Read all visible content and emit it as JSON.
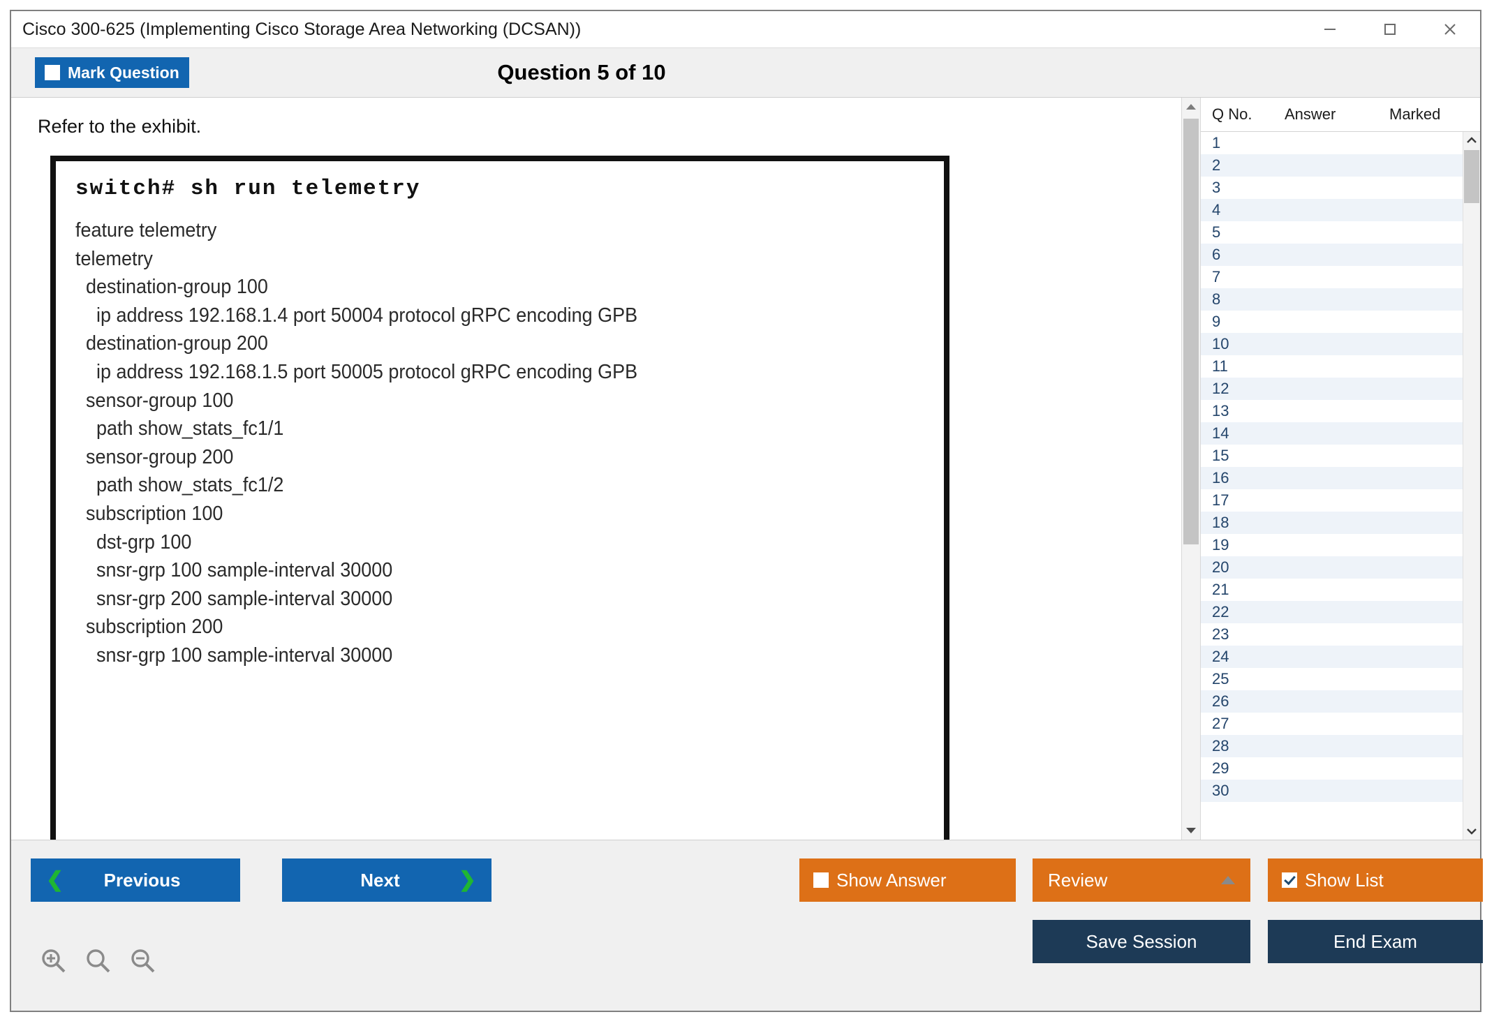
{
  "window": {
    "title": "Cisco 300-625 (Implementing Cisco Storage Area Networking (DCSAN))",
    "controls": {
      "minimize": "minimize-icon",
      "maximize": "maximize-icon",
      "close": "close-icon"
    }
  },
  "header": {
    "mark_question_label": "Mark Question",
    "mark_question_checked": false,
    "question_title": "Question 5 of 10"
  },
  "content": {
    "prompt": "Refer to the exhibit.",
    "exhibit": {
      "command": "switch# sh run telemetry",
      "config_lines": [
        "feature telemetry",
        "telemetry",
        "  destination-group 100",
        "    ip address 192.168.1.4 port 50004 protocol gRPC encoding GPB",
        "  destination-group 200",
        "    ip address 192.168.1.5 port 50005 protocol gRPC encoding GPB",
        "  sensor-group 100",
        "    path show_stats_fc1/1",
        "  sensor-group 200",
        "    path show_stats_fc1/2",
        "  subscription 100",
        "    dst-grp 100",
        "    snsr-grp 100 sample-interval 30000",
        "    snsr-grp 200 sample-interval 30000",
        "  subscription 200",
        "    snsr-grp 100 sample-interval 30000"
      ]
    }
  },
  "question_list": {
    "columns": [
      "Q No.",
      "Answer",
      "Marked"
    ],
    "rows": [
      {
        "no": "1",
        "answer": "",
        "marked": ""
      },
      {
        "no": "2",
        "answer": "",
        "marked": ""
      },
      {
        "no": "3",
        "answer": "",
        "marked": ""
      },
      {
        "no": "4",
        "answer": "",
        "marked": ""
      },
      {
        "no": "5",
        "answer": "",
        "marked": ""
      },
      {
        "no": "6",
        "answer": "",
        "marked": ""
      },
      {
        "no": "7",
        "answer": "",
        "marked": ""
      },
      {
        "no": "8",
        "answer": "",
        "marked": ""
      },
      {
        "no": "9",
        "answer": "",
        "marked": ""
      },
      {
        "no": "10",
        "answer": "",
        "marked": ""
      },
      {
        "no": "11",
        "answer": "",
        "marked": ""
      },
      {
        "no": "12",
        "answer": "",
        "marked": ""
      },
      {
        "no": "13",
        "answer": "",
        "marked": ""
      },
      {
        "no": "14",
        "answer": "",
        "marked": ""
      },
      {
        "no": "15",
        "answer": "",
        "marked": ""
      },
      {
        "no": "16",
        "answer": "",
        "marked": ""
      },
      {
        "no": "17",
        "answer": "",
        "marked": ""
      },
      {
        "no": "18",
        "answer": "",
        "marked": ""
      },
      {
        "no": "19",
        "answer": "",
        "marked": ""
      },
      {
        "no": "20",
        "answer": "",
        "marked": ""
      },
      {
        "no": "21",
        "answer": "",
        "marked": ""
      },
      {
        "no": "22",
        "answer": "",
        "marked": ""
      },
      {
        "no": "23",
        "answer": "",
        "marked": ""
      },
      {
        "no": "24",
        "answer": "",
        "marked": ""
      },
      {
        "no": "25",
        "answer": "",
        "marked": ""
      },
      {
        "no": "26",
        "answer": "",
        "marked": ""
      },
      {
        "no": "27",
        "answer": "",
        "marked": ""
      },
      {
        "no": "28",
        "answer": "",
        "marked": ""
      },
      {
        "no": "29",
        "answer": "",
        "marked": ""
      },
      {
        "no": "30",
        "answer": "",
        "marked": ""
      }
    ]
  },
  "footer": {
    "previous_label": "Previous",
    "next_label": "Next",
    "show_answer_label": "Show Answer",
    "show_answer_checked": false,
    "review_label": "Review",
    "show_list_label": "Show List",
    "show_list_checked": true,
    "save_session_label": "Save Session",
    "end_exam_label": "End Exam",
    "zoom_in_icon": "zoom-in-icon",
    "zoom_reset_icon": "zoom-reset-icon",
    "zoom_out_icon": "zoom-out-icon"
  },
  "colors": {
    "blue": "#1265b0",
    "orange": "#dd7017",
    "navy": "#1d3a56",
    "green_chevron": "#1fb632",
    "row_alt": "#eef3f9"
  }
}
